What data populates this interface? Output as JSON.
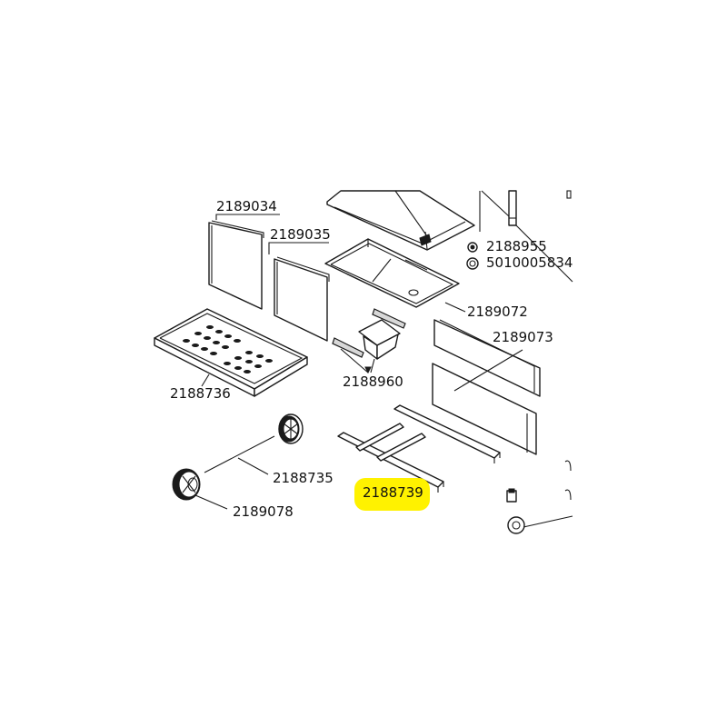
{
  "diagram": {
    "highlight_color": "#fff200",
    "highlighted_part": "2188739",
    "parts": {
      "p2189034": "2189034",
      "p2189035": "2189035",
      "p2188955": "2188955",
      "p5010005834": "5010005834",
      "p2189072": "2189072",
      "p2189073": "2189073",
      "p2188960": "2188960",
      "p2188736": "2188736",
      "p2188735": "2188735",
      "p2188739": "2188739",
      "p2189078": "2189078"
    }
  }
}
